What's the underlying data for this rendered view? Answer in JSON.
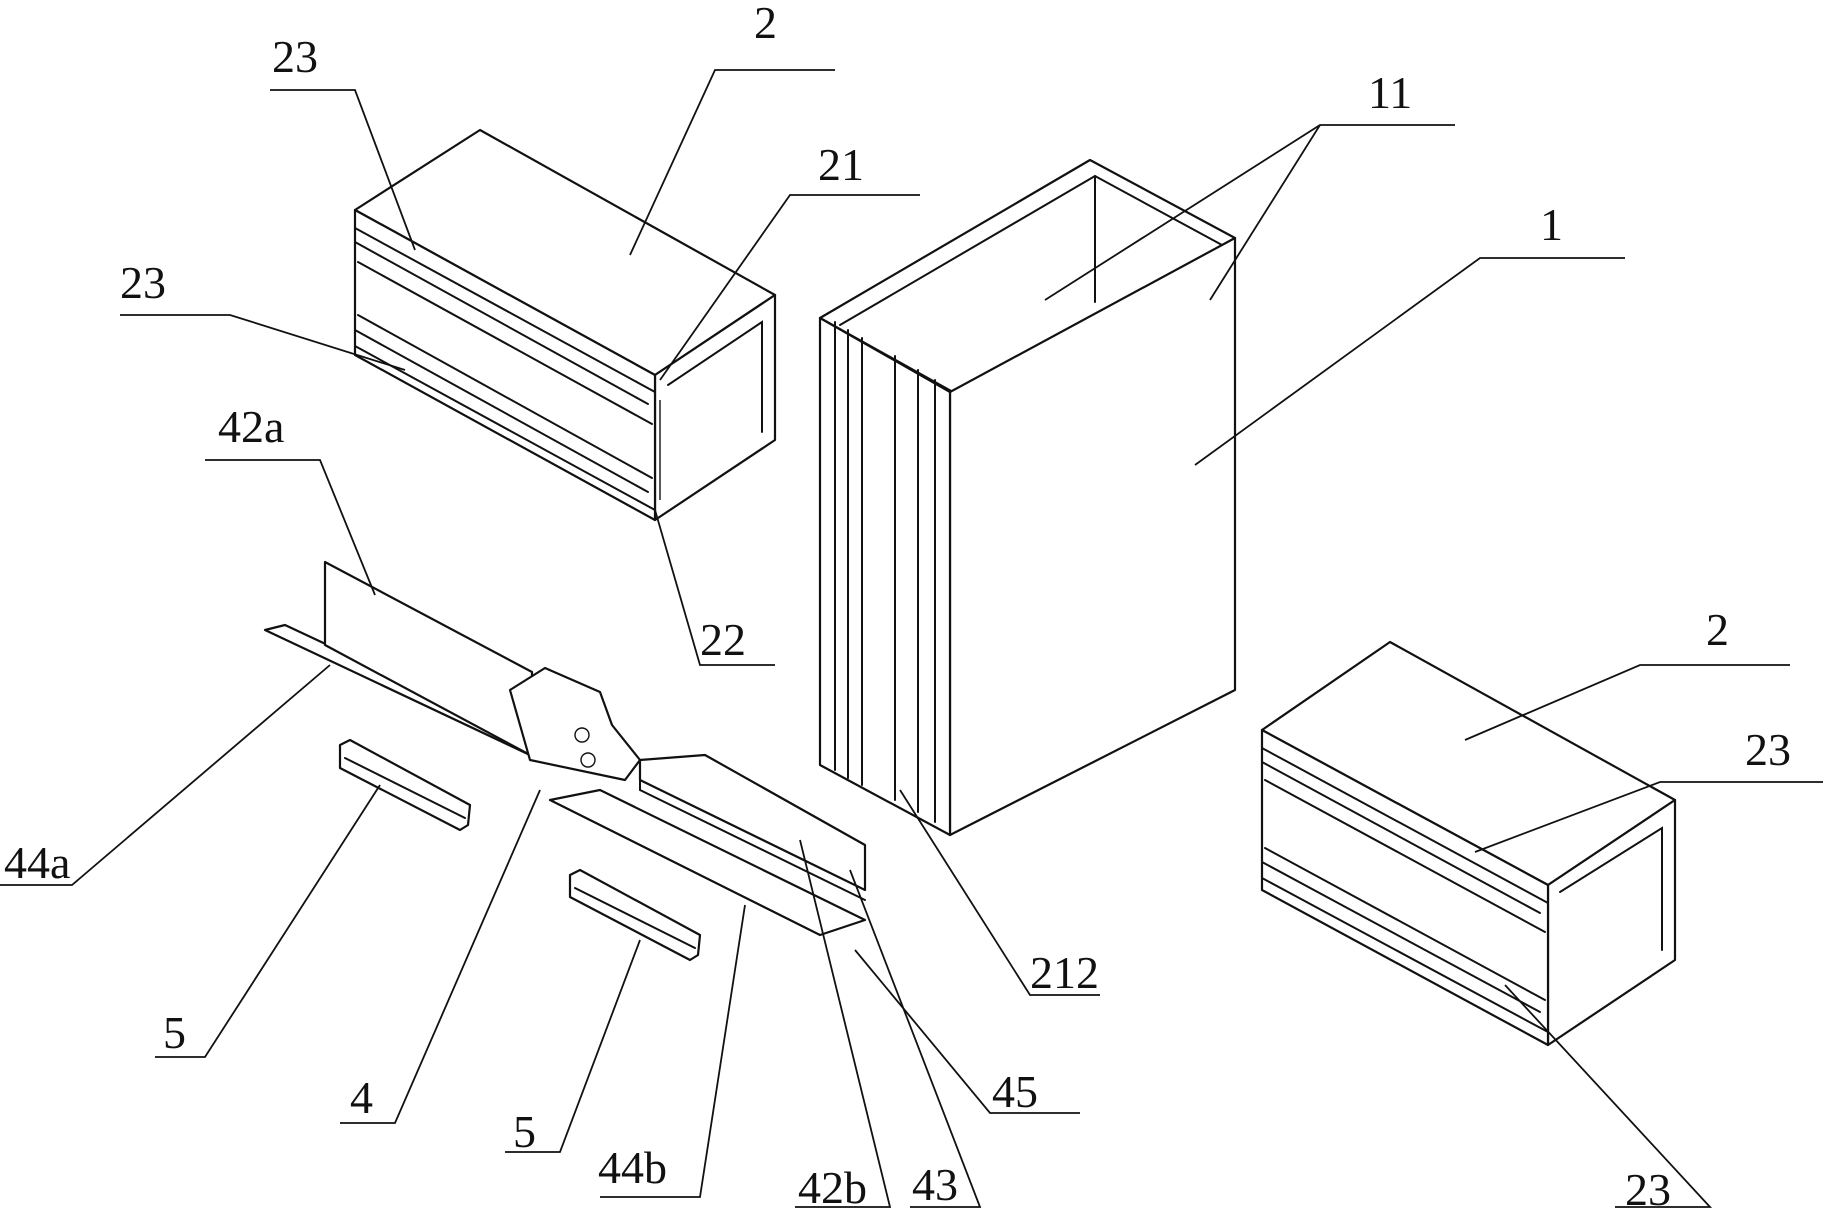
{
  "drawing": {
    "labels": [
      {
        "id": "l23a",
        "text": "23"
      },
      {
        "id": "l2a",
        "text": "2"
      },
      {
        "id": "l11",
        "text": "11"
      },
      {
        "id": "l21",
        "text": "21"
      },
      {
        "id": "l1",
        "text": "1"
      },
      {
        "id": "l23b",
        "text": "23"
      },
      {
        "id": "l42a",
        "text": "42a"
      },
      {
        "id": "l22",
        "text": "22"
      },
      {
        "id": "l2b",
        "text": "2"
      },
      {
        "id": "l23c",
        "text": "23"
      },
      {
        "id": "l44a",
        "text": "44a"
      },
      {
        "id": "l212",
        "text": "212"
      },
      {
        "id": "l5a",
        "text": "5"
      },
      {
        "id": "l4",
        "text": "4"
      },
      {
        "id": "l45",
        "text": "45"
      },
      {
        "id": "l5b",
        "text": "5"
      },
      {
        "id": "l44b",
        "text": "44b"
      },
      {
        "id": "l42b",
        "text": "42b"
      },
      {
        "id": "l43",
        "text": "43"
      },
      {
        "id": "l23d",
        "text": "23"
      }
    ]
  }
}
